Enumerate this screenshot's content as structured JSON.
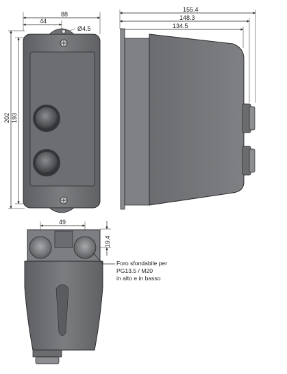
{
  "dimensions": {
    "front_width": "88",
    "front_offset": "44",
    "hole_diameter": "Ø4.5",
    "front_height_total": "202",
    "front_height_inner": "193",
    "side_depth_total": "155.4",
    "side_depth_mid": "148.3",
    "side_depth_inner": "134.5",
    "bottom_hole_spacing": "49",
    "bottom_hole_offset": "19.4"
  },
  "note": {
    "line1": "Foro sfondabile per",
    "line2": "PG13.5 / M20",
    "line3": "in alto e in basso"
  },
  "colors": {
    "body": "#77797c",
    "body_light": "#9a9c9f",
    "body_dark": "#55575a",
    "lid": "#6d6f72",
    "line": "#222222"
  }
}
